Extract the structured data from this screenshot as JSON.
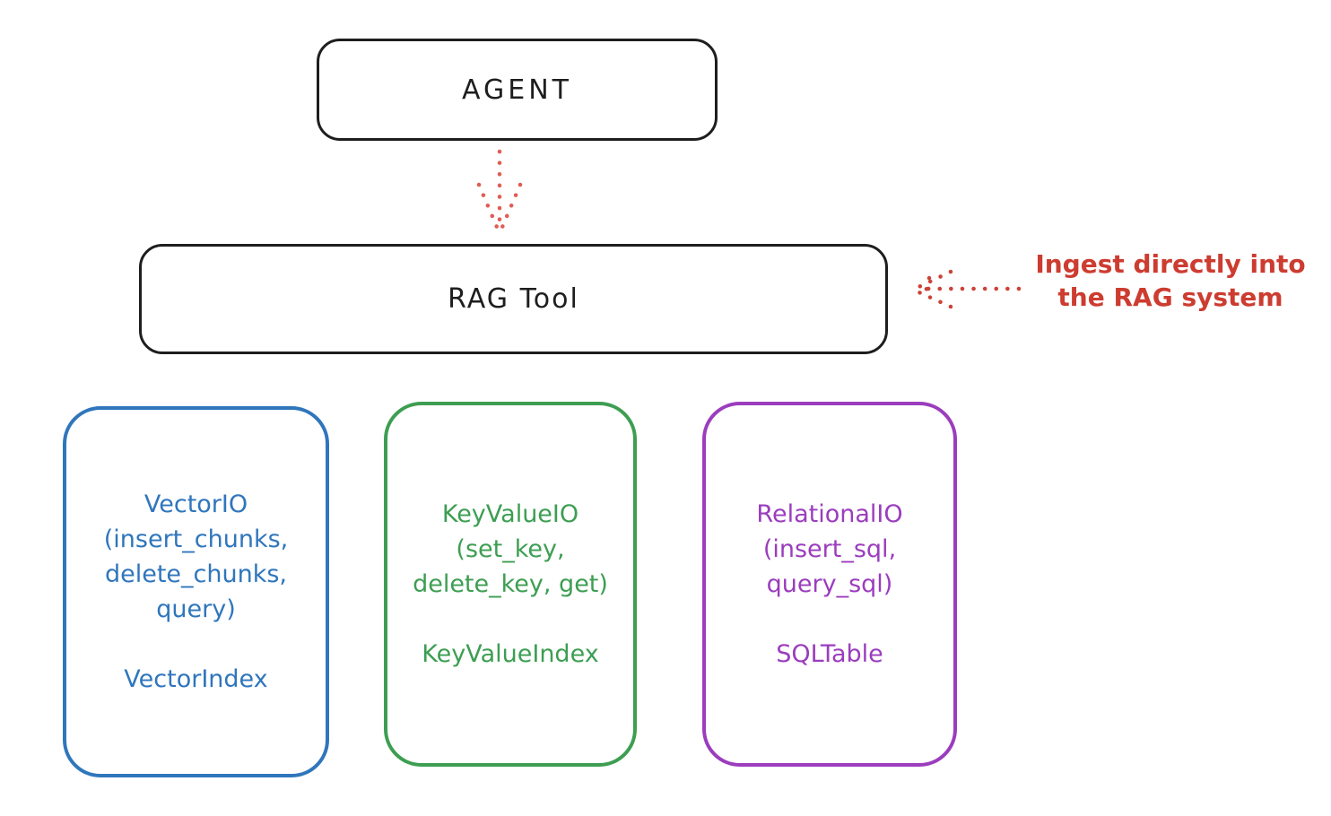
{
  "canvas": {
    "background": "#ffffff",
    "ink_color": "#1e1e1e"
  },
  "nodes": {
    "agent": {
      "label": "AGENT",
      "color": "#1e1e1e"
    },
    "rag_tool": {
      "label": "RAG Tool",
      "color": "#1e1e1e"
    },
    "vector_io": {
      "lines": [
        "VectorIO",
        "(insert_chunks,",
        "delete_chunks,",
        "query)",
        "",
        "VectorIndex"
      ],
      "color": "#2f76bc"
    },
    "key_value_io": {
      "lines": [
        "KeyValueIO",
        "(set_key,",
        "delete_key, get)",
        "",
        "KeyValueIndex"
      ],
      "color": "#3d9e52"
    },
    "relational_io": {
      "lines": [
        "RelationalIO",
        "(insert_sql,",
        "query_sql)",
        "",
        "SQLTable"
      ],
      "color": "#9b3dbd"
    }
  },
  "annotation": {
    "lines": [
      "Ingest directly into",
      "the RAG system"
    ],
    "color": "#cd3c30"
  },
  "arrows": {
    "agent_to_rag_tool": {
      "style": "dotted",
      "direction": "down",
      "color": "#e05c54"
    },
    "ingest_into_rag": {
      "style": "dotted",
      "direction": "left",
      "color": "#cc4237"
    }
  }
}
